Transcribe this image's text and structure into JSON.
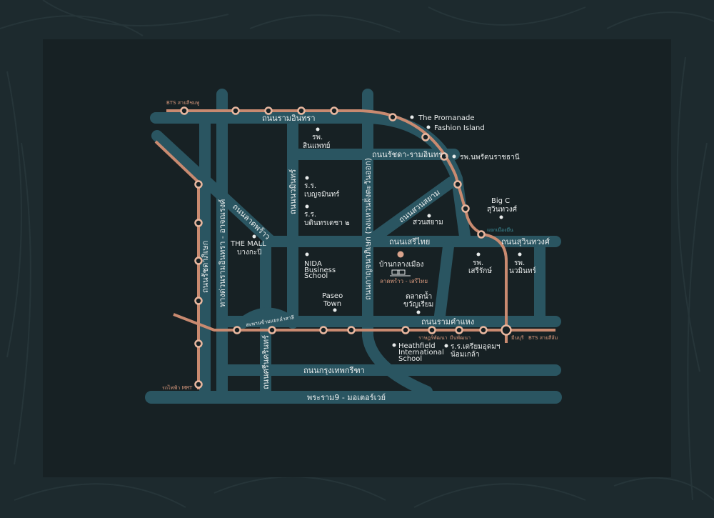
{
  "colors": {
    "background": "#1d2a2e",
    "panel": "#172124",
    "road": "#2a5561",
    "rail": "#c98a70",
    "text": "#e9ecec",
    "project": "#d9a38c"
  },
  "roads": {
    "ram_inthra": "ถนนรามอินทรา",
    "ratchada_ram_inthra": "ถนนรัชดา-รามอินทรา",
    "lat_phrao": "ถนนลาดพร้าว",
    "seri_thai": "ถนนเสรีไทย",
    "suwinthawong": "ถนนสุวินทวงศ์",
    "suan_siam": "ถนนสวนสยาม",
    "ramkhamhaeng": "ถนนรามคำแหง",
    "krungthep_kreetha": "ถนนกรุงเทพกรีฑา",
    "rama9_motorway": "พระราม9 - มอเตอร์เวย์",
    "ratchadaphisek": "ถนนรัชดาภิเษก",
    "expressway": "ทางด่วนรามอินทรา - อาจณรงค์",
    "nawamin": "ถนนนวมินทร์",
    "kanchanaphisek": "ถนนกาญจนาภิเษก (วงแหวนฝั่งตะวันออก)",
    "srinakarin": "ถนนศรีนครินทร์",
    "bridge": "สะพานข้ามแยกลำสาลี"
  },
  "rail": {
    "bts_pink": "BTS สายสีชมพู",
    "bts_orange": "BTS สายสีส้ม",
    "mrt": "รถไฟฟ้า MRT",
    "min_buri": "มีนบุรี",
    "ratpattana": "ราษฎร์พัฒนา",
    "min_pattana": "มีนพัฒนา",
    "muang_min_junction": "แยกเมืองมีน"
  },
  "pois": {
    "promenade": "The Promanade",
    "fashion_island": "Fashion Island",
    "nopparat": "รพ.นพรัตนราชธานี",
    "sinphaet_1": "รพ.",
    "sinphaet_2": "สินแพทย์",
    "benjamin_1": "ร.ร.",
    "benjamin_2": "เบญจมินทร์",
    "bodin_1": "ร.ร.",
    "bodin_2": "บดินทรเดชา ๒",
    "the_mall_1": "THE MALL",
    "the_mall_2": "บางกะปิ",
    "suan_siam": "สวนสยาม",
    "big_c_1": "Big C",
    "big_c_2": "สุวินทวงศ์",
    "nida_1": "NIDA",
    "nida_2": "Business",
    "nida_3": "School",
    "paseo_1": "Paseo",
    "paseo_2": "Town",
    "khwan_1": "ตลาดน้ำ",
    "khwan_2": "ขวัญเรียม",
    "serirak_1": "รพ.",
    "serirak_2": "เสรีรักษ์",
    "nawamin_hosp_1": "รพ.",
    "nawamin_hosp_2": "นวมินทร์",
    "heathfield_1": "Heathfield",
    "heathfield_2": "International",
    "heathfield_3": "School",
    "triam_1": "ร.ร.เตรียมอุดมฯ",
    "triam_2": "น้อมเกล้า"
  },
  "project": {
    "name": "บ้านกลางเมือง",
    "sub": "ลาดพร้าว - เสรีไทย"
  }
}
